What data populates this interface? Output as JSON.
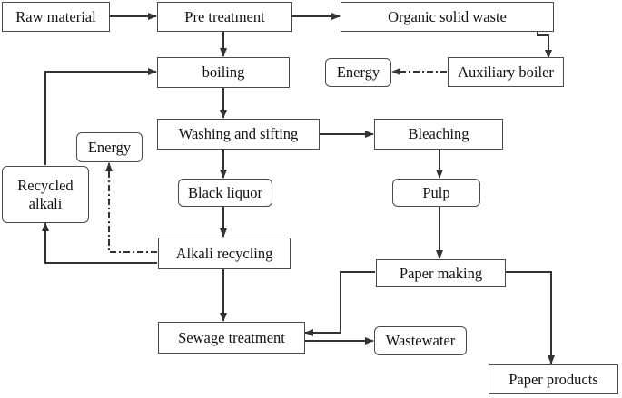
{
  "diagram": {
    "nodes": {
      "raw_material": "Raw material",
      "pre_treatment": "Pre treatment",
      "organic_solid_waste": "Organic solid waste",
      "boiling": "boiling",
      "energy_top": "Energy",
      "auxiliary_boiler": "Auxiliary boiler",
      "washing_sifting": "Washing and sifting",
      "bleaching": "Bleaching",
      "energy_left": "Energy",
      "recycled_alkali": "Recycled\nalkali",
      "black_liquor": "Black liquor",
      "pulp": "Pulp",
      "alkali_recycling": "Alkali recycling",
      "paper_making": "Paper making",
      "sewage_treatment": "Sewage treatment",
      "wastewater": "Wastewater",
      "paper_products": "Paper products"
    },
    "colors": {
      "line": "#333333",
      "border": "#4a4a4a",
      "text": "#111111"
    }
  }
}
